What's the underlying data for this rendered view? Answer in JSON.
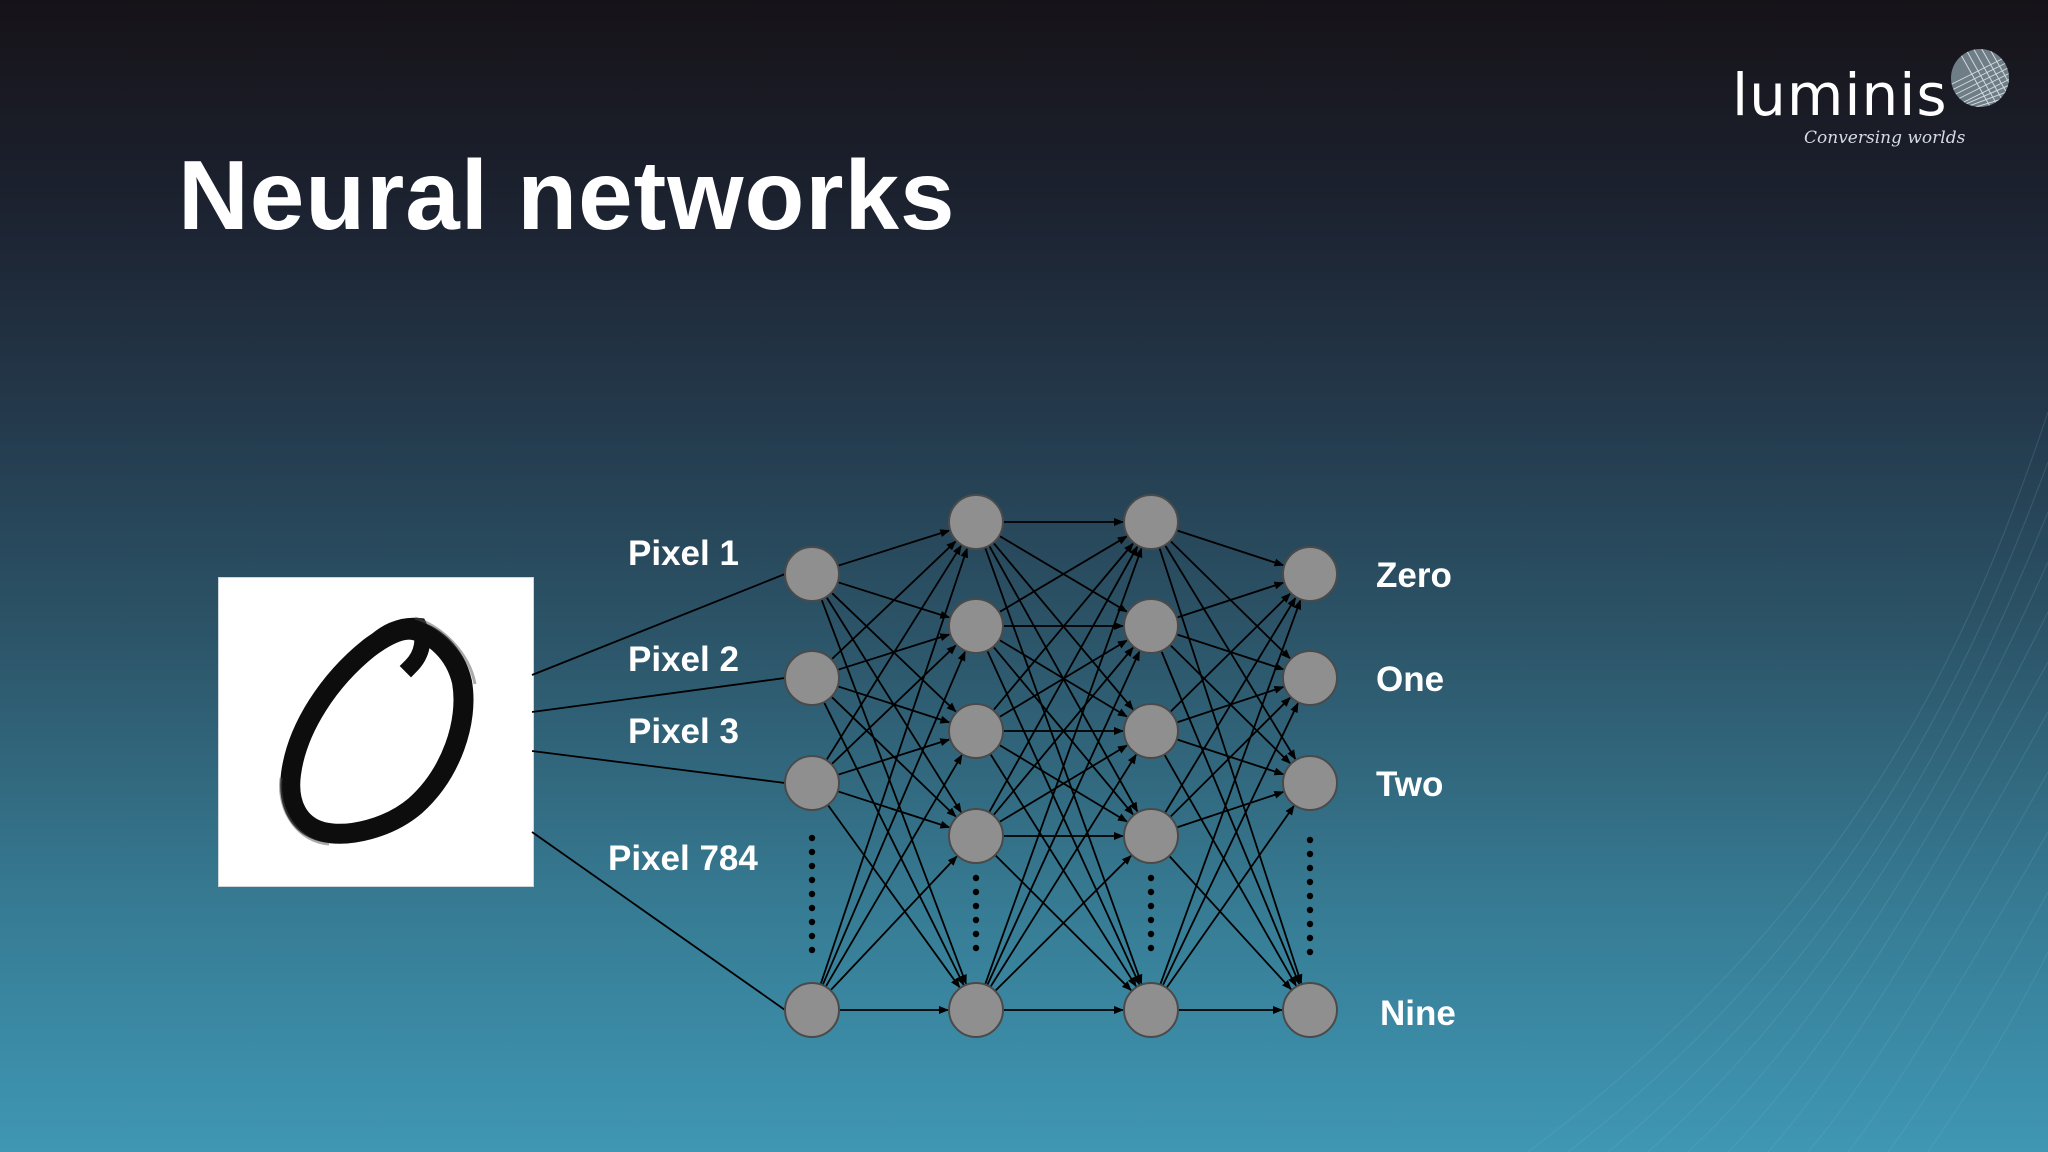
{
  "slide": {
    "title": "Neural networks"
  },
  "logo": {
    "wordmark": "luminis",
    "tagline": "Conversing worlds"
  },
  "input_labels": [
    "Pixel 1",
    "Pixel 2",
    "Pixel 3",
    "Pixel 784"
  ],
  "output_labels": [
    "Zero",
    "One",
    "Two",
    "Nine"
  ],
  "image": {
    "depicts": "handwritten digit 0"
  },
  "colors": {
    "node_fill": "#8f8f8f",
    "node_stroke": "#4a4a4a",
    "edge": "#000000",
    "text": "#ffffff"
  },
  "icons": {
    "logo_globe": "globe-icon"
  }
}
